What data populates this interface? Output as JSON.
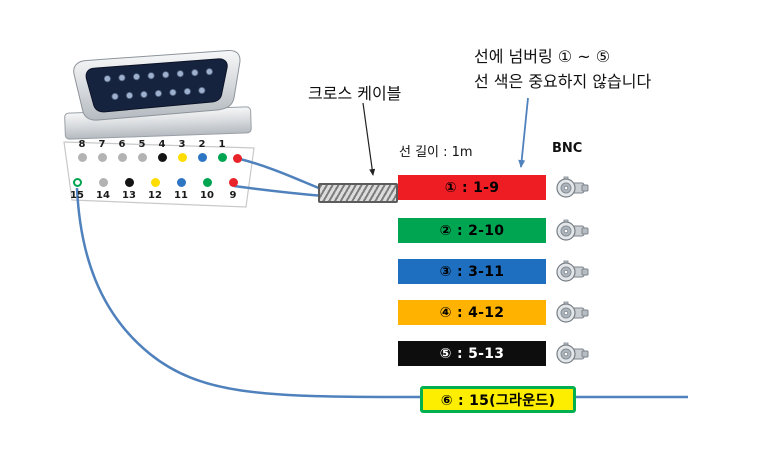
{
  "annotations": {
    "cross_cable_label": "크로스 케이블",
    "numbering_note_line1": "선에 넘버링 ① ~ ⑤",
    "numbering_note_line2": "선 색은 중요하지 않습니다",
    "wire_length_label": "선 길이 : 1m",
    "bnc_label": "BNC"
  },
  "connector": {
    "top_row": {
      "pins": [
        {
          "num": "8",
          "color": "#b3b3b3"
        },
        {
          "num": "7",
          "color": "#b3b3b3"
        },
        {
          "num": "6",
          "color": "#b3b3b3"
        },
        {
          "num": "5",
          "color": "#b3b3b3"
        },
        {
          "num": "4",
          "color": "#141414"
        },
        {
          "num": "3",
          "color": "#ffdd00"
        },
        {
          "num": "2",
          "color": "#2e75c3"
        },
        {
          "num": "1",
          "color": "#00a551"
        }
      ],
      "edge_dot_color": "#e8232a"
    },
    "bottom_row": {
      "pins": [
        {
          "num": "15",
          "color": "#ffffff",
          "ring": "#00a551"
        },
        {
          "num": "14",
          "color": "#b3b3b3"
        },
        {
          "num": "13",
          "color": "#141414"
        },
        {
          "num": "12",
          "color": "#ffdd00"
        },
        {
          "num": "11",
          "color": "#2e75c3"
        },
        {
          "num": "10",
          "color": "#00a551"
        },
        {
          "num": "9",
          "color": "#e8232a"
        }
      ]
    }
  },
  "wires": [
    {
      "label": "① : 1-9",
      "color": "#ee1c23",
      "text": "#000000"
    },
    {
      "label": "② : 2-10",
      "color": "#00a551",
      "text": "#000000"
    },
    {
      "label": "③ : 3-11",
      "color": "#1f6fc0",
      "text": "#000000"
    },
    {
      "label": "④ : 4-12",
      "color": "#ffb300",
      "text": "#000000"
    },
    {
      "label": "⑤ : 5-13",
      "color": "#0d0d0d",
      "text": "#ffffff"
    },
    {
      "label": "⑥ : 15(그라운드)",
      "color": "#fdee00",
      "text": "#000000",
      "border": "#00b050"
    }
  ],
  "colors": {
    "wire_line_blue": "#4f81bd"
  }
}
